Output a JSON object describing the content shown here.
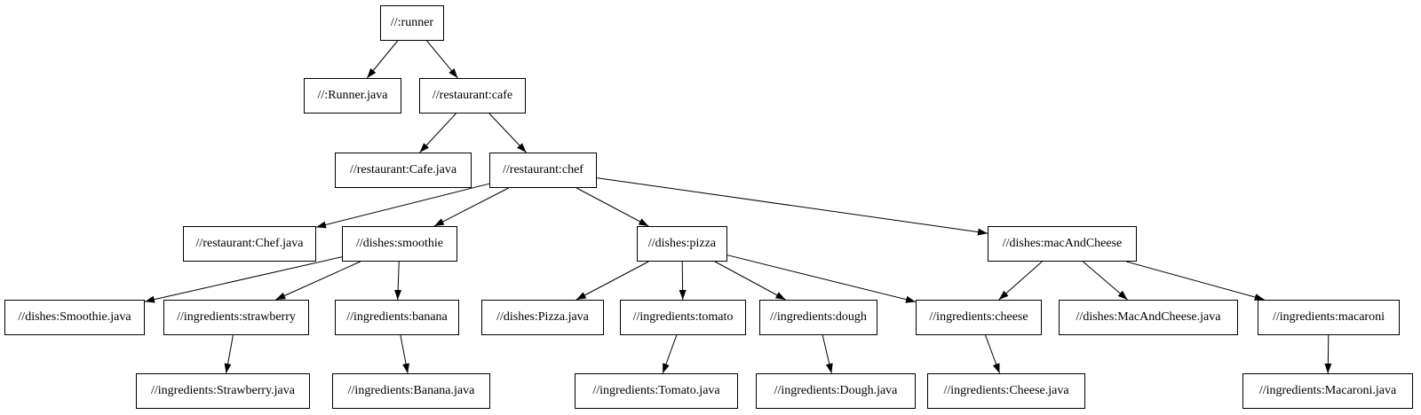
{
  "diagram": {
    "type": "directed-graph",
    "colors": {
      "background": "#ffffff",
      "node_fill": "#ffffff",
      "node_border": "#000000",
      "edge": "#000000",
      "text": "#000000"
    },
    "nodes": [
      {
        "id": "runner",
        "label": "//:runner"
      },
      {
        "id": "runner_java",
        "label": "//:Runner.java"
      },
      {
        "id": "cafe",
        "label": "//restaurant:cafe"
      },
      {
        "id": "cafe_java",
        "label": "//restaurant:Cafe.java"
      },
      {
        "id": "chef",
        "label": "//restaurant:chef"
      },
      {
        "id": "chef_java",
        "label": "//restaurant:Chef.java"
      },
      {
        "id": "smoothie",
        "label": "//dishes:smoothie"
      },
      {
        "id": "pizza",
        "label": "//dishes:pizza"
      },
      {
        "id": "macandcheese",
        "label": "//dishes:macAndCheese"
      },
      {
        "id": "smoothie_java",
        "label": "//dishes:Smoothie.java"
      },
      {
        "id": "strawberry",
        "label": "//ingredients:strawberry"
      },
      {
        "id": "banana",
        "label": "//ingredients:banana"
      },
      {
        "id": "pizza_java",
        "label": "//dishes:Pizza.java"
      },
      {
        "id": "tomato",
        "label": "//ingredients:tomato"
      },
      {
        "id": "dough",
        "label": "//ingredients:dough"
      },
      {
        "id": "cheese",
        "label": "//ingredients:cheese"
      },
      {
        "id": "macandcheese_java",
        "label": "//dishes:MacAndCheese.java"
      },
      {
        "id": "macaroni",
        "label": "//ingredients:macaroni"
      },
      {
        "id": "strawberry_java",
        "label": "//ingredients:Strawberry.java"
      },
      {
        "id": "banana_java",
        "label": "//ingredients:Banana.java"
      },
      {
        "id": "tomato_java",
        "label": "//ingredients:Tomato.java"
      },
      {
        "id": "dough_java",
        "label": "//ingredients:Dough.java"
      },
      {
        "id": "cheese_java",
        "label": "//ingredients:Cheese.java"
      },
      {
        "id": "macaroni_java",
        "label": "//ingredients:Macaroni.java"
      }
    ],
    "edges": [
      {
        "from": "runner",
        "to": "runner_java"
      },
      {
        "from": "runner",
        "to": "cafe"
      },
      {
        "from": "cafe",
        "to": "cafe_java"
      },
      {
        "from": "cafe",
        "to": "chef"
      },
      {
        "from": "chef",
        "to": "chef_java"
      },
      {
        "from": "chef",
        "to": "smoothie"
      },
      {
        "from": "chef",
        "to": "pizza"
      },
      {
        "from": "chef",
        "to": "macandcheese"
      },
      {
        "from": "smoothie",
        "to": "smoothie_java"
      },
      {
        "from": "smoothie",
        "to": "strawberry"
      },
      {
        "from": "smoothie",
        "to": "banana"
      },
      {
        "from": "strawberry",
        "to": "strawberry_java"
      },
      {
        "from": "banana",
        "to": "banana_java"
      },
      {
        "from": "pizza",
        "to": "pizza_java"
      },
      {
        "from": "pizza",
        "to": "tomato"
      },
      {
        "from": "pizza",
        "to": "dough"
      },
      {
        "from": "pizza",
        "to": "cheese"
      },
      {
        "from": "macandcheese",
        "to": "cheese"
      },
      {
        "from": "macandcheese",
        "to": "macandcheese_java"
      },
      {
        "from": "macandcheese",
        "to": "macaroni"
      },
      {
        "from": "tomato",
        "to": "tomato_java"
      },
      {
        "from": "dough",
        "to": "dough_java"
      },
      {
        "from": "cheese",
        "to": "cheese_java"
      },
      {
        "from": "macaroni",
        "to": "macaroni_java"
      }
    ]
  }
}
